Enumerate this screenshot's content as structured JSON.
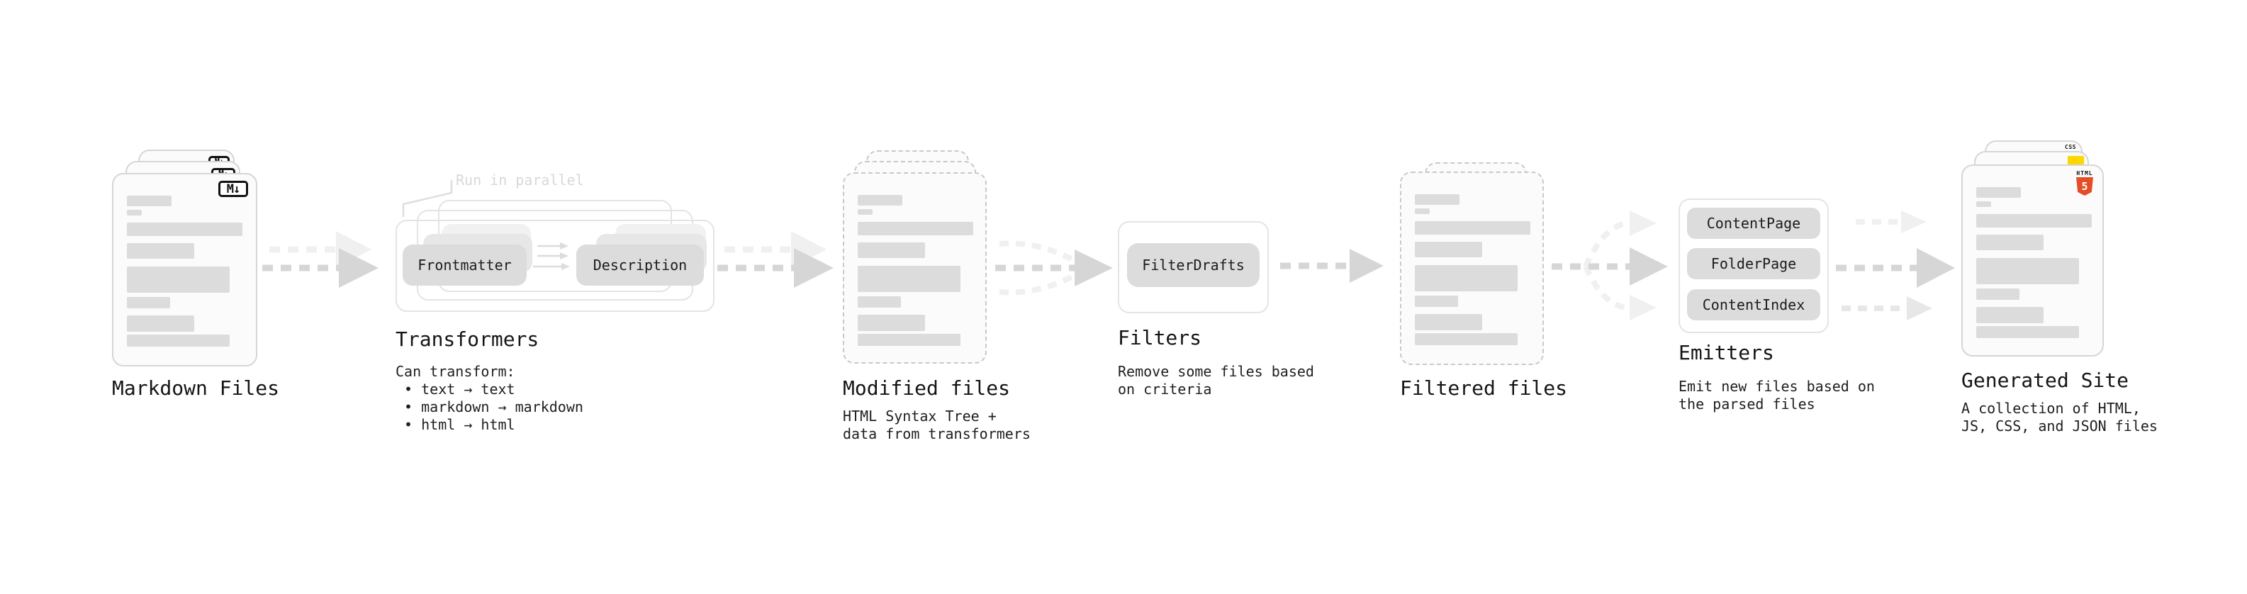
{
  "palette": {
    "arrow_dark": "#d6d6d6",
    "arrow_light": "#f0f0f0",
    "arrow_mid": "#e7e7e7",
    "pill_bg": "#dcdcdc",
    "bar_fill": "#dcdcdc",
    "html5_orange": "#e44d26",
    "js_yellow": "#fdd800",
    "css_blue": "#2d65f2"
  },
  "stages": {
    "markdown_files": {
      "title": "Markdown Files",
      "badge": "M↓"
    },
    "transformers": {
      "title": "Transformers",
      "callout": "Run in parallel",
      "pills": [
        "Frontmatter",
        "Description"
      ],
      "description": "Can transform:\n • text → text\n • markdown → markdown\n • html → html"
    },
    "modified_files": {
      "title": "Modified files",
      "description": "HTML Syntax Tree +\ndata from transformers"
    },
    "filters": {
      "title": "Filters",
      "pills": [
        "FilterDrafts"
      ],
      "description": "Remove some files based\non criteria"
    },
    "filtered_files": {
      "title": "Filtered files"
    },
    "emitters": {
      "title": "Emitters",
      "pills": [
        "ContentPage",
        "FolderPage",
        "ContentIndex"
      ],
      "description": "Emit new files based on\nthe parsed files"
    },
    "generated_site": {
      "title": "Generated Site",
      "description": "A collection of HTML,\nJS, CSS, and JSON files",
      "badges": {
        "html_word": "HTML",
        "html_number": "5",
        "css": "CSS"
      }
    }
  },
  "file_bars": [
    {
      "t": 30,
      "w": 63,
      "h": 15
    },
    {
      "t": 50,
      "w": 21,
      "h": 8
    },
    {
      "t": 68,
      "w": 163,
      "h": 19
    },
    {
      "t": 97,
      "w": 95,
      "h": 22
    },
    {
      "t": 130,
      "w": 145,
      "h": 37
    },
    {
      "t": 173,
      "w": 61,
      "h": 16
    },
    {
      "t": 199,
      "w": 95,
      "h": 23
    },
    {
      "t": 226,
      "w": 145,
      "h": 17
    }
  ]
}
